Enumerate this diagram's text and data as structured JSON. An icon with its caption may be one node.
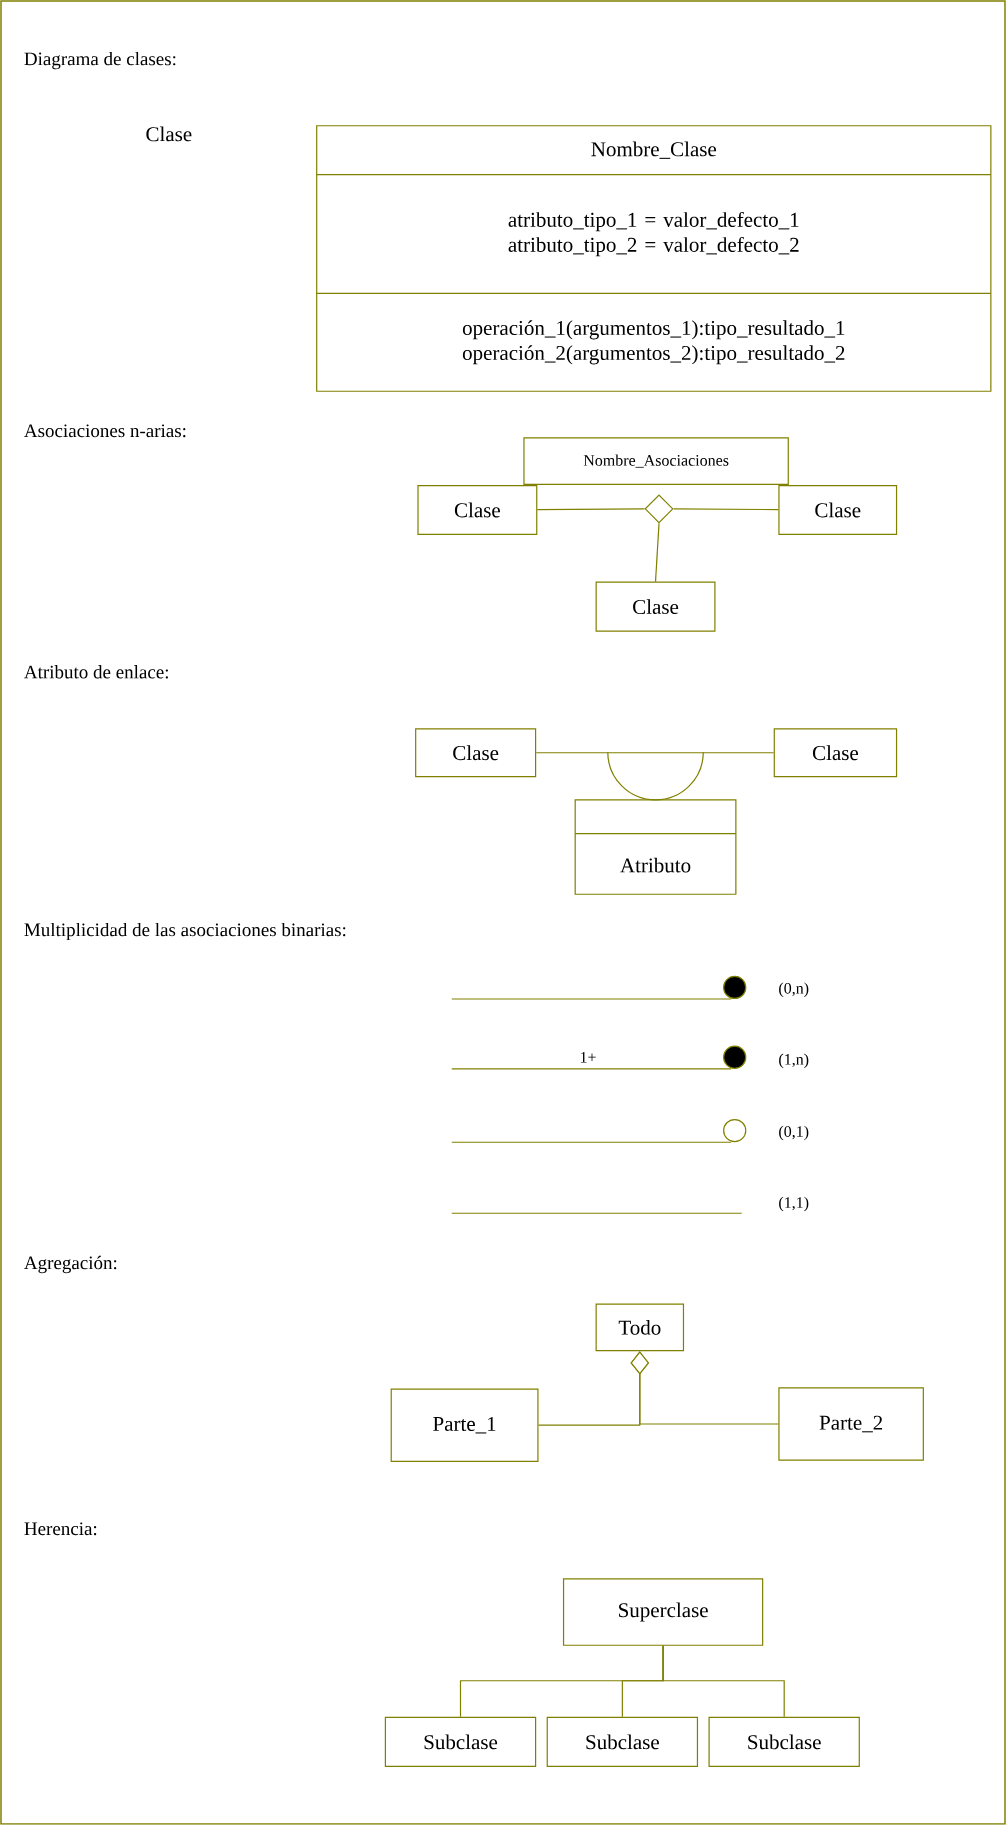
{
  "diagram": {
    "nodes": [
      {
        "text": [
          "Nombre_Clase",
          "atributo_tipo_1 = valor_defecto_1 atributo_tipo_2 = valor_defecto_2",
          "operación_1(argumentos_1):tipo_resultado_1 operación_2(argumentos_2):tipo_resultado_2"
        ]
      },
      {
        "text": [
          "Nombre_Asociaciones"
        ]
      },
      {
        "text": [
          "Clase"
        ]
      },
      {
        "text": [
          "Clase"
        ]
      },
      {
        "text": [
          "Clase"
        ]
      },
      {
        "text": [],
        "shape": "diamond"
      },
      {
        "text": [
          "Clase"
        ]
      },
      {
        "text": [
          "Clase"
        ]
      },
      {
        "text": [
          "Atributo"
        ]
      },
      {
        "text": [
          "Todo"
        ]
      },
      {
        "text": [
          "Parte_1"
        ]
      },
      {
        "text": [
          "Parte_2"
        ]
      },
      {
        "text": [
          "Superclase"
        ]
      },
      {
        "text": [
          "Subclase"
        ]
      },
      {
        "text": [
          "Subclase"
        ]
      },
      {
        "text": [
          "Subclase"
        ]
      }
    ],
    "edges": [
      {
        "from": 2,
        "to": 5,
        "arrow": "none"
      },
      {
        "from": 5,
        "to": 3,
        "arrow": "none"
      },
      {
        "from": 5,
        "to": 4,
        "arrow": "none"
      },
      {
        "from": 6,
        "to": 7,
        "arrow": "none"
      },
      {
        "from": 10,
        "to": 9,
        "arrow": "other"
      },
      {
        "from": 11,
        "to": 9,
        "arrow": "other"
      },
      {
        "from": 13,
        "to": 12,
        "arrow": "none"
      },
      {
        "from": 14,
        "to": 12,
        "arrow": "none"
      },
      {
        "from": 15,
        "to": 12,
        "arrow": "none"
      }
    ],
    "labels": [
      "Diagrama de clases:",
      "Clase",
      "Asociaciones n-arias:",
      "Atributo de enlace:",
      "Multiplicidad de las asociaciones binarias:",
      "(0,n)",
      "1+",
      "(1,n)",
      "(0,1)",
      "(1,1)",
      "Agregación:",
      "Herencia:"
    ]
  }
}
